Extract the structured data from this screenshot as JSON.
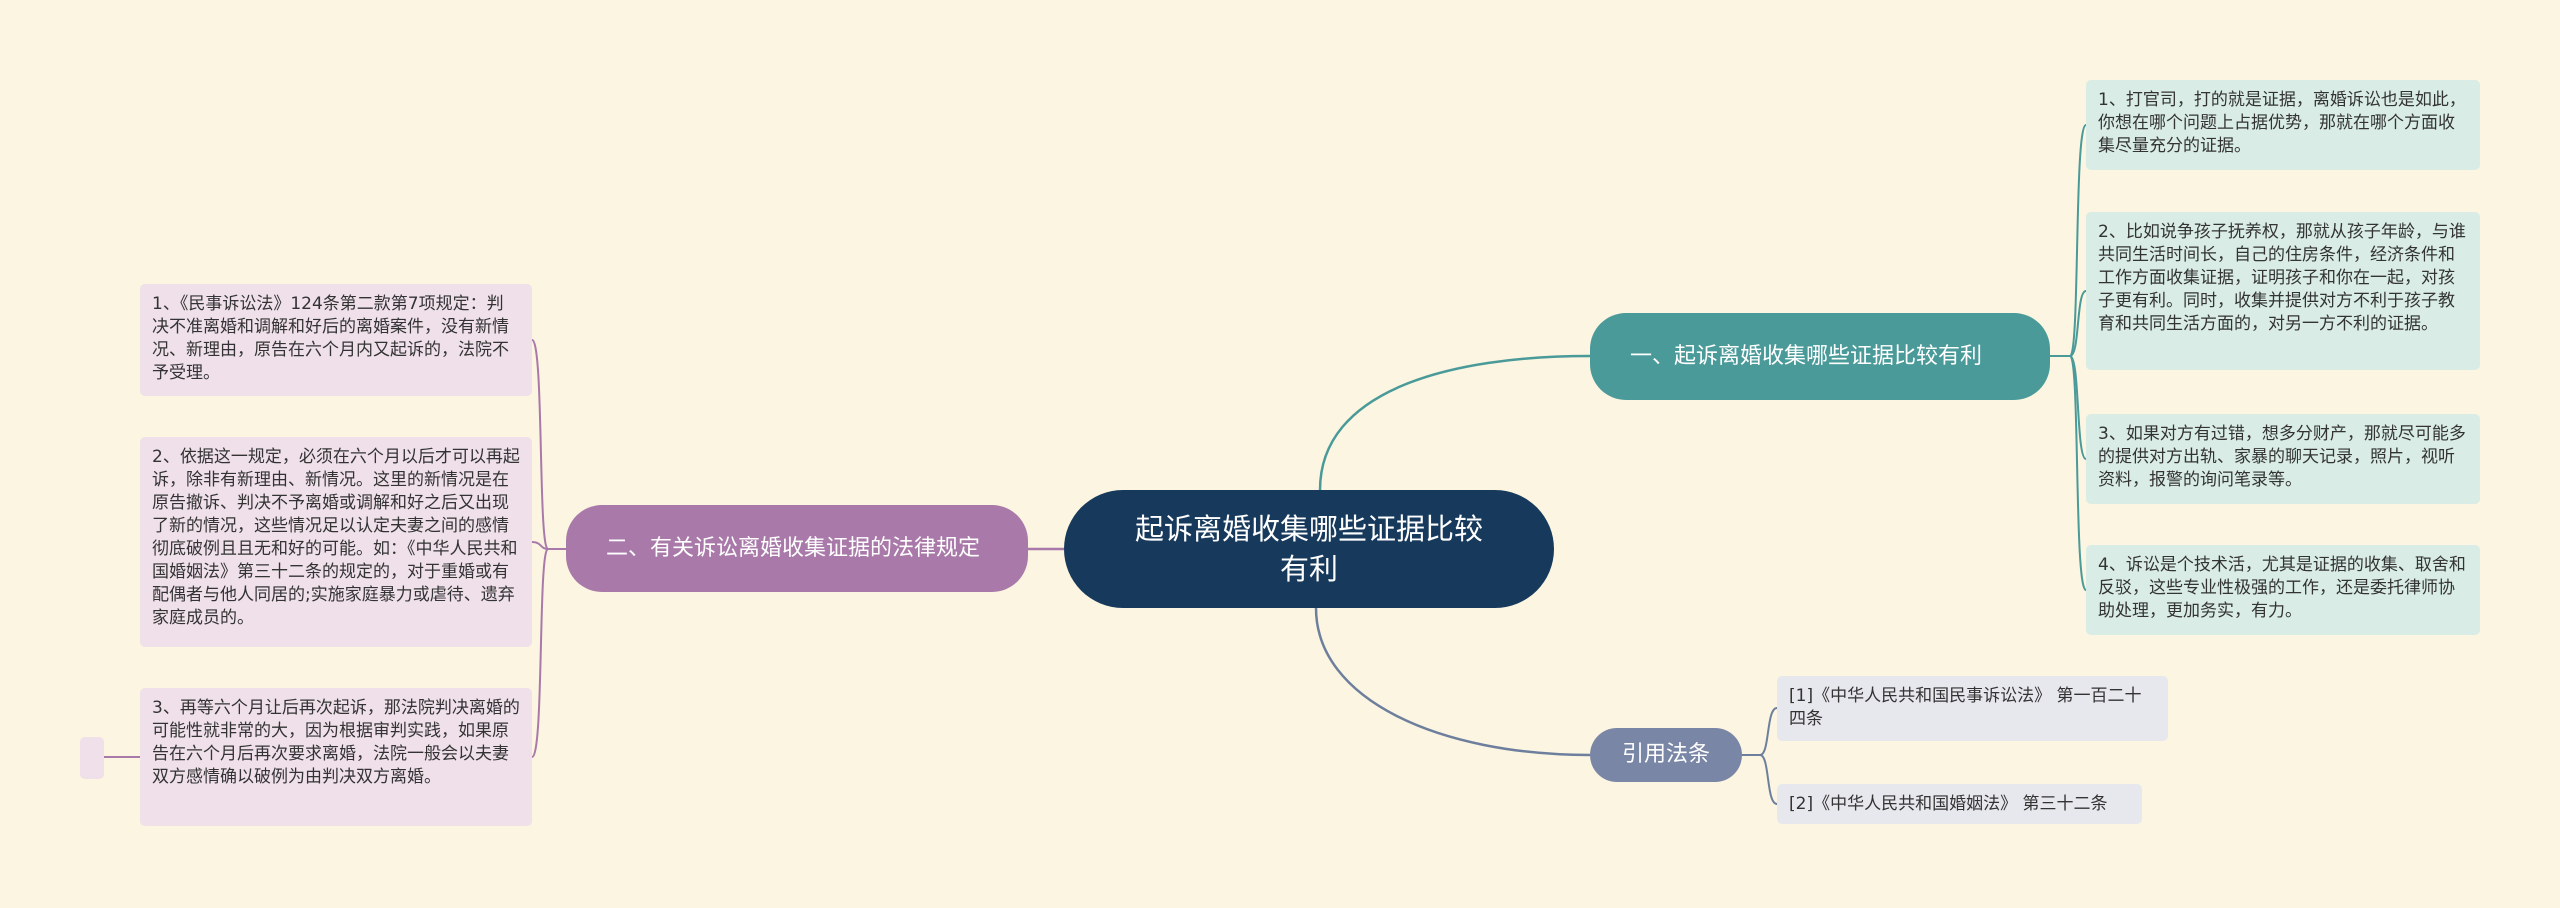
{
  "center": {
    "label": "起诉离婚收集哪些证据比较有利"
  },
  "branches": {
    "right_top": {
      "label": "一、起诉离婚收集哪些证据比较有利",
      "items": [
        "1、打官司，打的就是证据，离婚诉讼也是如此，你想在哪个问题上占据优势，那就在哪个方面收集尽量充分的证据。",
        "2、比如说争孩子抚养权，那就从孩子年龄，与谁共同生活时间长，自己的住房条件，经济条件和工作方面收集证据，证明孩子和你在一起，对孩子更有利。同时，收集并提供对方不利于孩子教育和共同生活方面的，对另一方不利的证据。",
        "3、如果对方有过错，想多分财产，那就尽可能多的提供对方出轨、家暴的聊天记录，照片，视听资料，报警的询问笔录等。",
        "4、诉讼是个技术活，尤其是证据的收集、取舍和反驳，这些专业性极强的工作，还是委托律师协助处理，更加务实，有力。"
      ]
    },
    "left": {
      "label": "二、有关诉讼离婚收集证据的法律规定",
      "items": [
        "1、《民事诉讼法》124条第二款第7项规定：判决不准离婚和调解和好后的离婚案件，没有新情况、新理由，原告在六个月内又起诉的，法院不予受理。",
        "2、依据这一规定，必须在六个月以后才可以再起诉，除非有新理由、新情况。这里的新情况是在原告撤诉、判决不予离婚或调解和好之后又出现了新的情况，这些情况足以认定夫妻之间的感情彻底破例且且无和好的可能。如：《中华人民共和国婚姻法》第三十二条的规定的，对于重婚或有配偶者与他人同居的;实施家庭暴力或虐待、遗弃家庭成员的。",
        "3、再等六个月让后再次起诉，那法院判决离婚的可能性就非常的大，因为根据审判实践，如果原告在六个月后再次要求离婚，法院一般会以夫妻双方感情确以破例为由判决双方离婚。"
      ]
    },
    "right_bottom": {
      "label": "引用法条",
      "items": [
        "[1]《中华人民共和国民事诉讼法》 第一百二十四条",
        "[2]《中华人民共和国婚姻法》 第三十二条"
      ]
    }
  },
  "colors": {
    "background": "#fbf5e1",
    "center": "#173a5c",
    "teal_branch": "#4a9a9a",
    "purple_branch": "#a97aa9",
    "grey_branch": "#7a86a6",
    "teal_leaf": "#d9ece6",
    "purple_leaf": "#efe0ea",
    "grey_leaf": "#e7e7ee"
  }
}
